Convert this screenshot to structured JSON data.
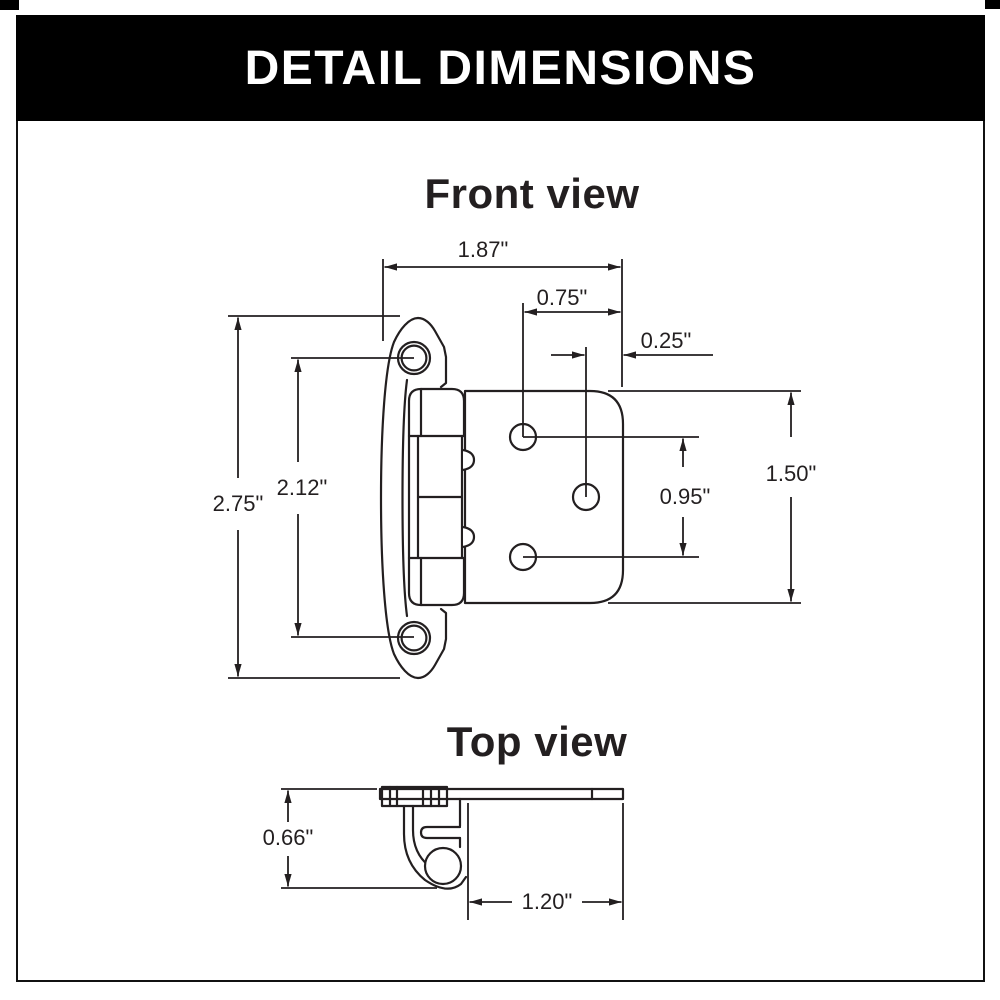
{
  "header": {
    "title": "DETAIL DIMENSIONS"
  },
  "front_view": {
    "title": "Front view",
    "dims": {
      "total_width": "1.87\"",
      "hole_col_to_edge": "0.75\"",
      "mid_hole_to_edge": "0.25\"",
      "total_height": "2.75\"",
      "wing_hole_spacing": "2.12\"",
      "plate_height": "1.50\"",
      "plate_hole_spacing": "0.95\""
    }
  },
  "top_view": {
    "title": "Top view",
    "dims": {
      "projection_depth": "0.66\"",
      "plate_depth": "1.20\""
    }
  },
  "colors": {
    "ink": "#231f20",
    "header_bg": "#000000",
    "header_text": "#ffffff",
    "canvas": "#ffffff"
  }
}
